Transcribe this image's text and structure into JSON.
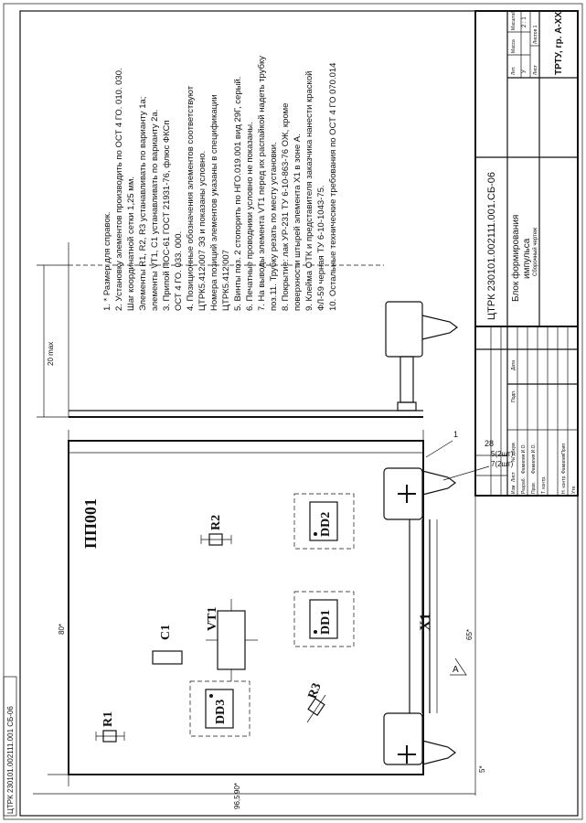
{
  "side_stamp": "ЦТРК 230101.002111.001 СБ-06",
  "board": {
    "title": "ПП001",
    "labels": {
      "r1": "R1",
      "r2": "R2",
      "r3": "R3",
      "c1": "C1",
      "vt1": "VT1",
      "dd1": "DD1",
      "dd2": "DD2",
      "dd3": "DD3",
      "x1": "X1"
    }
  },
  "dimensions": {
    "width_80": "80*",
    "height_90": "90*",
    "height_96": "96,5",
    "thickness": "20 max",
    "angle": "65*",
    "offset_5": "5*",
    "callout_1": "1",
    "callout_28": "28",
    "callout_5pcs": "5(2шт)",
    "callout_7pcs": "7(2шт)"
  },
  "notes": [
    "1. * Размер для справок.",
    "2. Установку элементов производить по  ОСТ 4 ГО. 010. 030.",
    "    Шаг координатной сетки 1,25 мм.",
    "    Элементы R1, R2, R3 устанавливать по варианту 1а;",
    "    элементы VT1, C1 устанавливать по варианту 2а.",
    "3. Припой ПОС-61 ГОСТ 21931-76, флюс ФКСп",
    "    ОСТ 4 ГО. 033. 000.",
    "4. Позиционные обозначения элементов соответствуют",
    "    ЦТРК5.412.007 Э3 и показаны условно.",
    "    Номера позиций элементов указаны в спецификации",
    "    ЦТРК5.412.007",
    "5. Винты поз. 2 стопорить по НГО.019.001 вид 29Г, серый.",
    "6. Печатные проводники условно не показаны.",
    "7. На выводы элемента VT1 перед их распайкой надеть трубку",
    "    поз.11. Трубку резать по месту установки.",
    "8. Покрытие: лак УР-231 ТУ 6-10-863-76 ОЖ, кроме",
    "    поверхности штырей элемента X1 в зоне А.",
    "9. Клейма ОТК и представителя заказчика нанести краской",
    "    ФЛ-59 черная ТУ 6-10-1043-75.",
    "10. Остальные технические требования по ОСТ 4 ГО 070.014"
  ],
  "title_block": {
    "designation": "ЦТРК 230101.002111.001.СБ-06",
    "name_line1": "Блок формирования",
    "name_line2": "импульса",
    "doc_type": "Сборочный чертеж",
    "org": "ТРТУ, гр. А-ХХ",
    "col_lit": "Лит.",
    "col_mass": "Масса",
    "col_scale": "Масштаб",
    "lit_value": "У",
    "scale_value": "2 : 1",
    "sheet": "Лист",
    "sheets": "Листов  1",
    "rev_headers": [
      "Изм",
      "Лист",
      "№ докум.",
      "Подп.",
      "Дата"
    ],
    "roles": [
      "Разраб.",
      "Пров.",
      "Т. контр.",
      "",
      "Н. контр.",
      "Утв."
    ],
    "role_names": [
      "Фамилия И.О.",
      "Фамилия И.О.",
      "",
      "",
      "ФамилияПрип",
      ""
    ]
  }
}
